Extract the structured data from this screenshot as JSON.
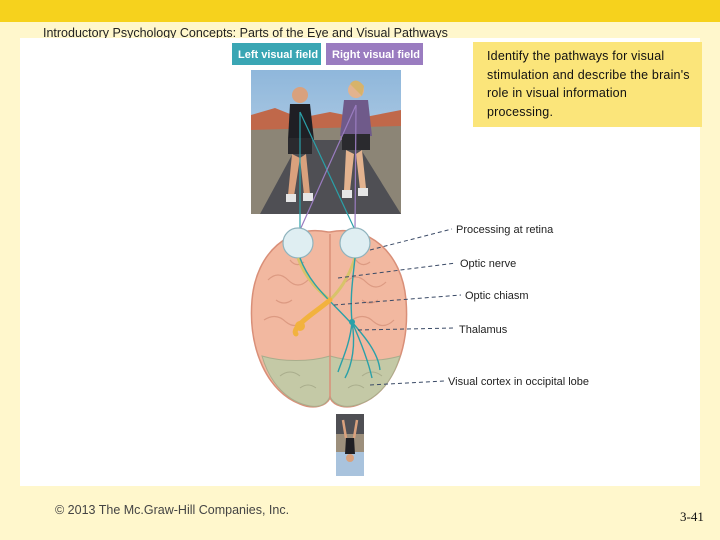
{
  "slide": {
    "title": "Introductory Psychology Concepts: Parts of the Eye and Visual Pathways",
    "objective": "Identify the pathways for visual stimulation and describe the brain's role in visual information processing.",
    "copyright": "© 2013 The Mc.Graw-Hill Companies, Inc.",
    "number": "3-41"
  },
  "figure": {
    "left_field_label": "Left visual field",
    "right_field_label": "Right visual field",
    "labels": {
      "retina": "Processing at retina",
      "optic_nerve": "Optic nerve",
      "optic_chiasm": "Optic chiasm",
      "thalamus": "Thalamus",
      "visual_cortex": "Visual cortex in occipital lobe"
    },
    "colors": {
      "left_field": "#3aa6b4",
      "right_field": "#9a7cc0",
      "brain": "#f2b8a0",
      "occipital": "#c4c9a6",
      "left_pathway": "#2aa0a8",
      "right_pathway": "#f2b23e"
    }
  }
}
